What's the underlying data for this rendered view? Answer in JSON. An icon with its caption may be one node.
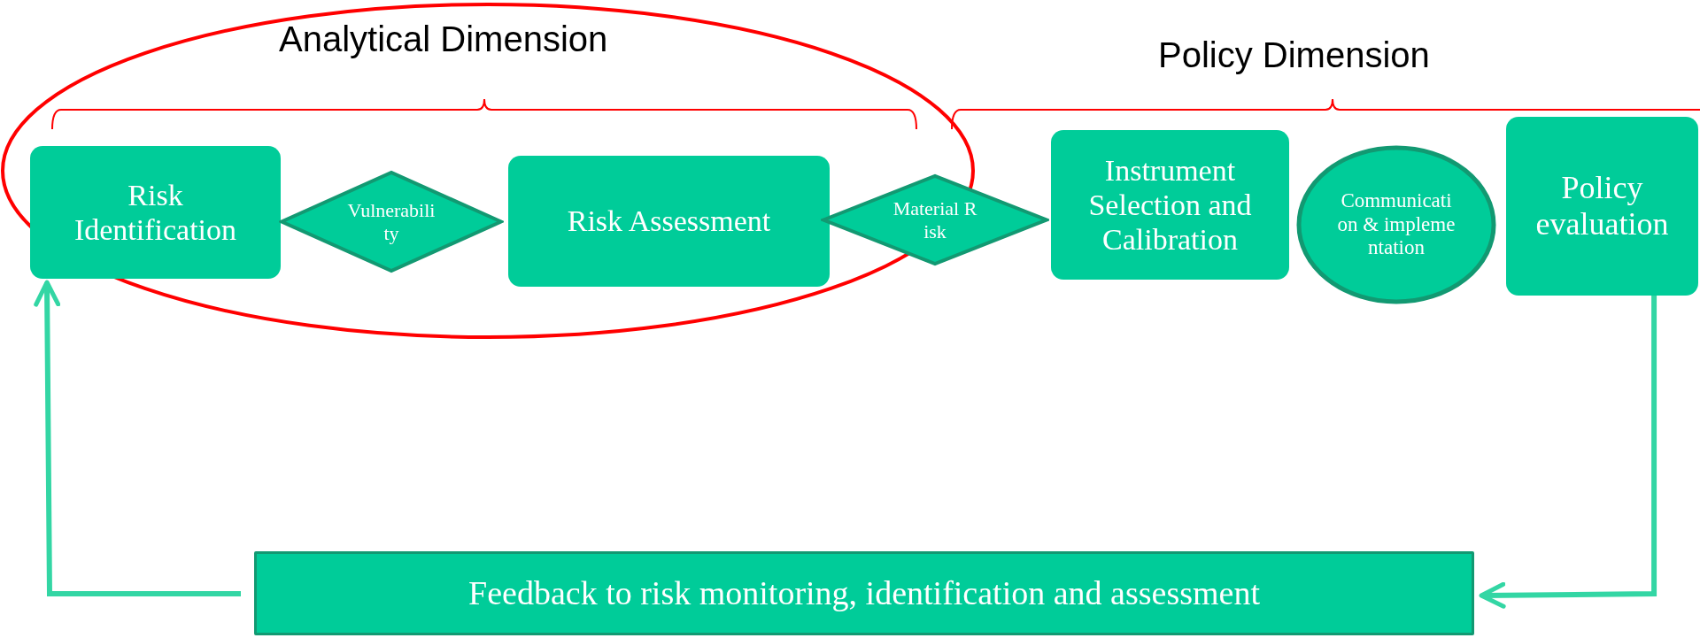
{
  "diagram": {
    "nodes": [
      {
        "text": [
          "Risk Identification"
        ]
      },
      {
        "text": [
          "Vulnerability"
        ]
      },
      {
        "text": [
          "Risk Assessment"
        ]
      },
      {
        "text": [
          "Material Risk"
        ]
      },
      {
        "text": [
          "Instrument Selection and Calibration"
        ]
      },
      {
        "text": [
          "Communication & implementation"
        ]
      },
      {
        "text": [
          "Policy evaluation"
        ]
      },
      {
        "text": [
          "Feedback to risk monitoring, identification and assessment"
        ]
      }
    ],
    "edges": [
      {
        "from": 6,
        "to": 7,
        "arrow": "to"
      },
      {
        "from": 7,
        "to": 0,
        "arrow": "to"
      }
    ],
    "labels": [
      "Analytical Dimension",
      "Policy Dimension"
    ]
  }
}
